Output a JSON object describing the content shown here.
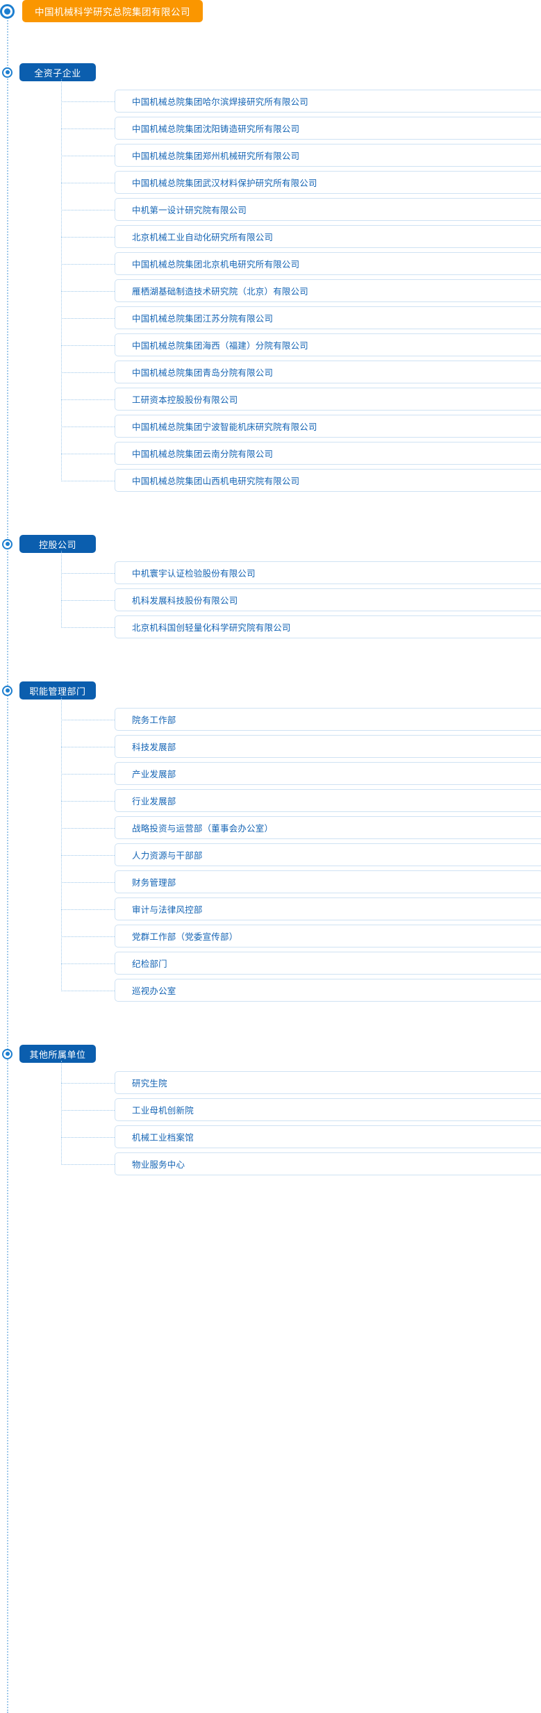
{
  "theme": {
    "root_pill_color": "#FA9600",
    "section_pill_color": "#0B5EAE",
    "item_text_color": "#1464B4",
    "item_border_color": "#CFE2F3",
    "connector_color": "#9EC8EA",
    "marker_color": "#1D7FD0",
    "background": "#FFFFFF"
  },
  "root": {
    "label": "中国机械科学研究总院集团有限公司"
  },
  "groups": [
    {
      "label": "全资子企业",
      "items": [
        "中国机械总院集团哈尔滨焊接研究所有限公司",
        "中国机械总院集团沈阳铸造研究所有限公司",
        "中国机械总院集团郑州机械研究所有限公司",
        "中国机械总院集团武汉材料保护研究所有限公司",
        "中机第一设计研究院有限公司",
        "北京机械工业自动化研究所有限公司",
        "中国机械总院集团北京机电研究所有限公司",
        "雁栖湖基础制造技术研究院（北京）有限公司",
        "中国机械总院集团江苏分院有限公司",
        "中国机械总院集团海西（福建）分院有限公司",
        "中国机械总院集团青岛分院有限公司",
        "工研资本控股股份有限公司",
        "中国机械总院集团宁波智能机床研究院有限公司",
        "中国机械总院集团云南分院有限公司",
        "中国机械总院集团山西机电研究院有限公司"
      ]
    },
    {
      "label": "控股公司",
      "items": [
        "中机寰宇认证检验股份有限公司",
        "机科发展科技股份有限公司",
        "北京机科国创轻量化科学研究院有限公司"
      ]
    },
    {
      "label": "职能管理部门",
      "items": [
        "院务工作部",
        "科技发展部",
        "产业发展部",
        "行业发展部",
        "战略投资与运营部（董事会办公室）",
        "人力资源与干部部",
        "财务管理部",
        "审计与法律风控部",
        "党群工作部（党委宣传部）",
        "纪检部门",
        "巡视办公室"
      ]
    },
    {
      "label": "其他所属单位",
      "items": [
        "研究生院",
        "工业母机创新院",
        "机械工业档案馆",
        "物业服务中心"
      ]
    }
  ]
}
